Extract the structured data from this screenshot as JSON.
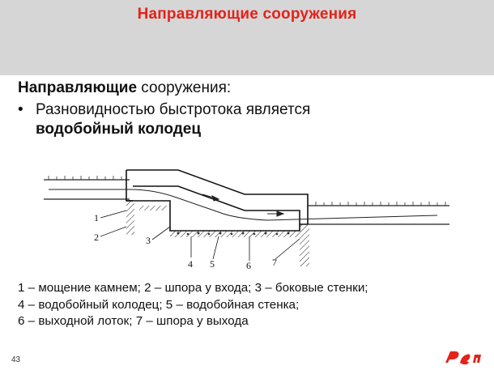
{
  "header": {
    "title": "Направляющие сооружения"
  },
  "content": {
    "heading_bold": "Направляющие",
    "heading_rest": " сооружения:",
    "bullet_prefix": "Разновидностью быстротока является",
    "bullet_emphasis": "водобойный колодец"
  },
  "diagram": {
    "labels": [
      "1",
      "2",
      "3",
      "4",
      "5",
      "6",
      "7"
    ]
  },
  "legend": {
    "lines": [
      "1 – мощение камнем; 2 – шпора у входа; 3 – боковые стенки;",
      "4 – водобойный колодец; 5 – водобойная стенка;",
      "6 – выходной лоток; 7 – шпора у выхода"
    ]
  },
  "footer": {
    "page_number": "43",
    "logo": "rzd-logo"
  },
  "colors": {
    "accent": "#e2231a",
    "header_bg": "#d6d6d6"
  }
}
